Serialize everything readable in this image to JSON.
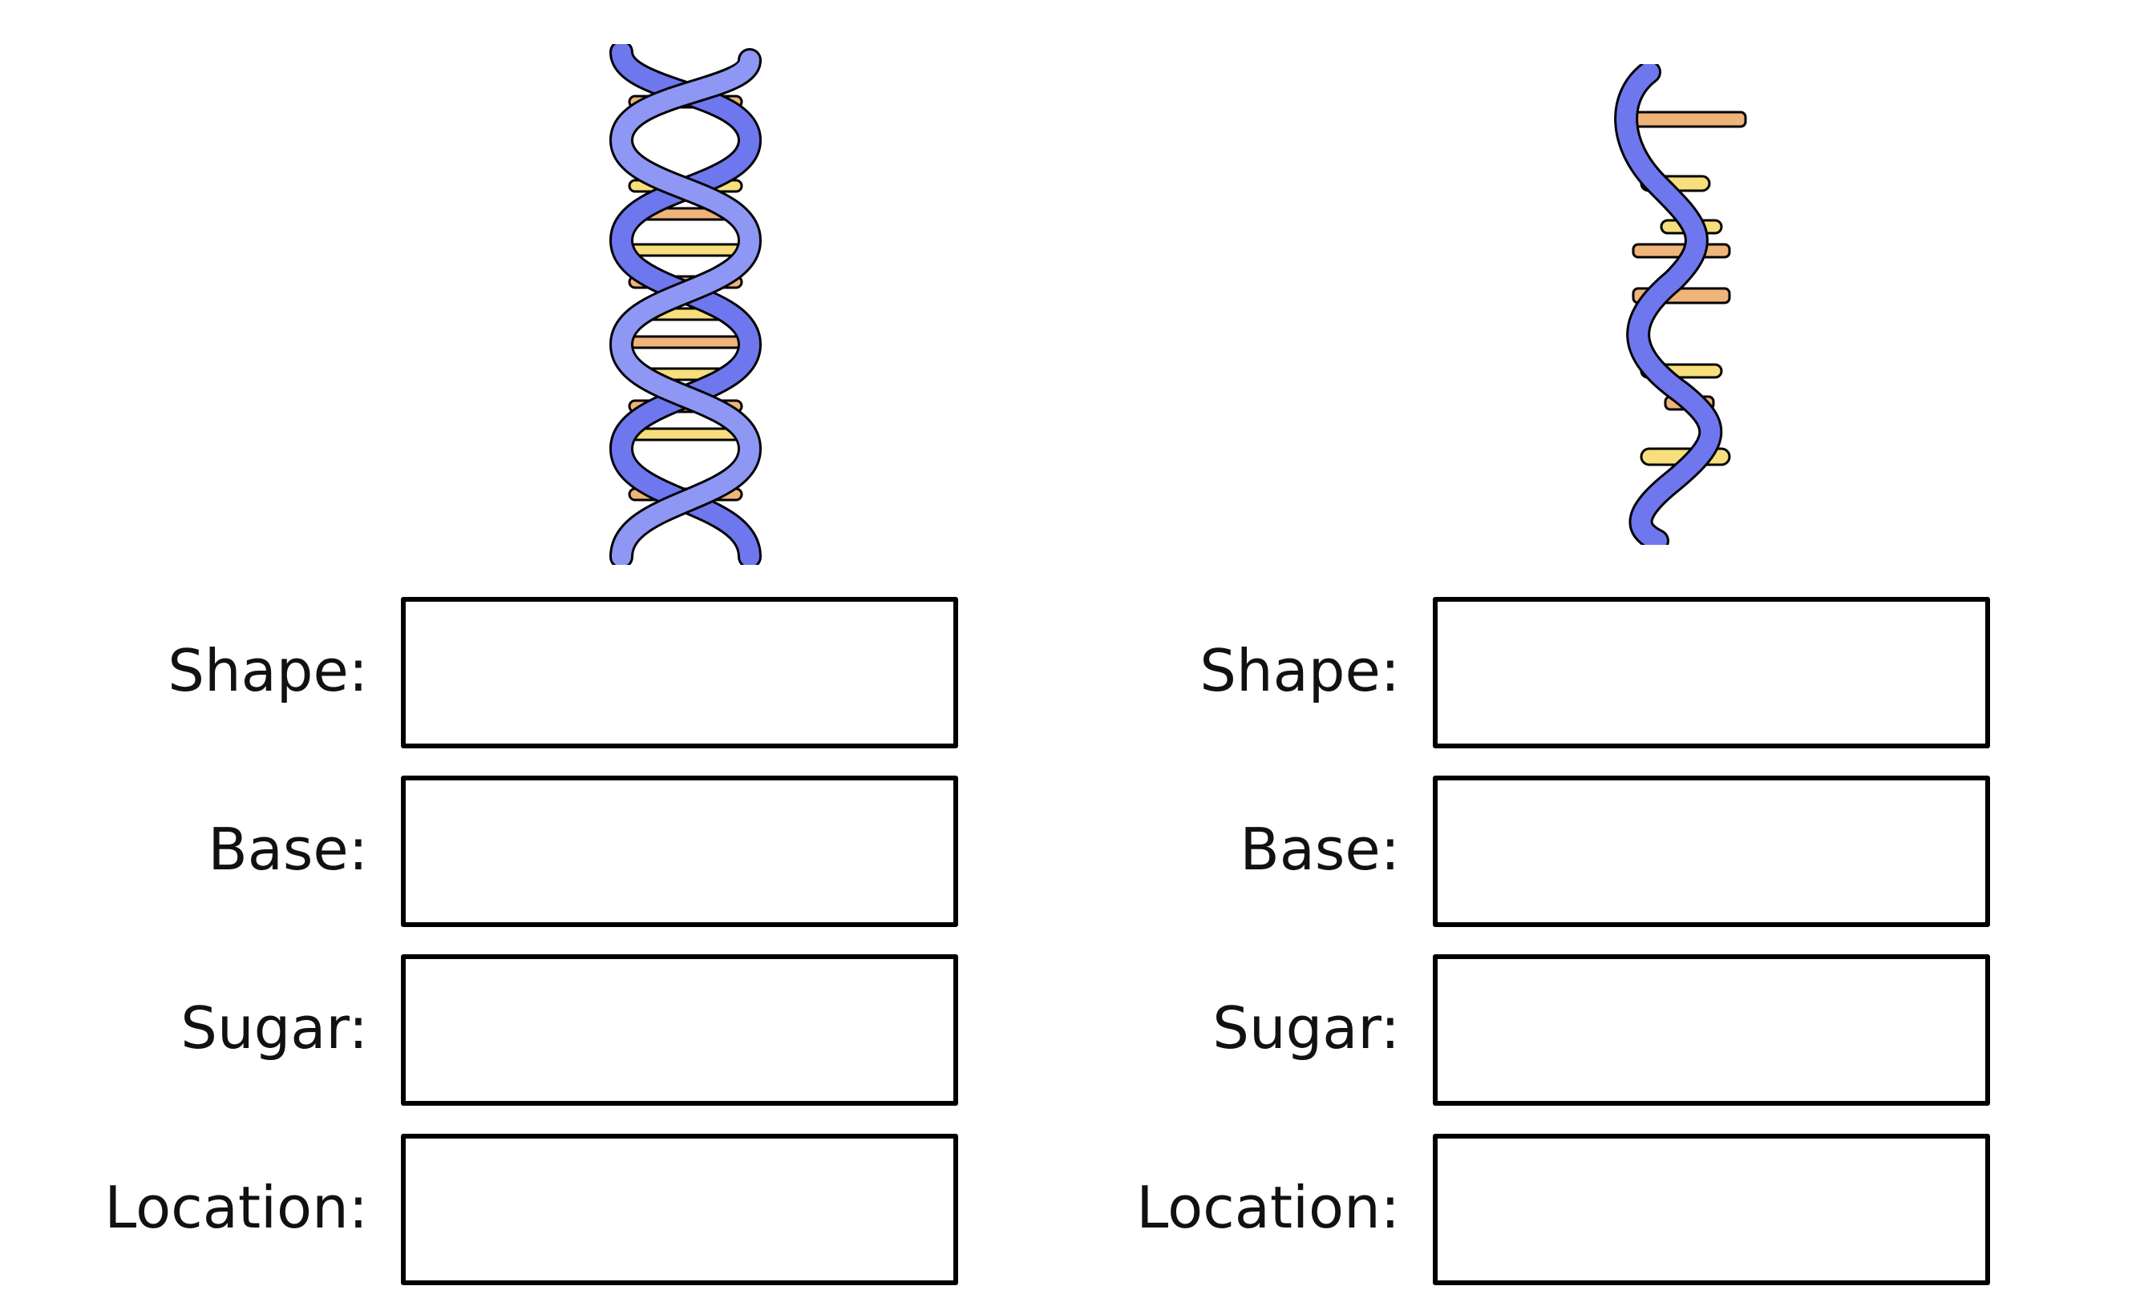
{
  "worksheet": {
    "panels": [
      {
        "id": "dna",
        "molecule_icon": "double-helix-icon",
        "fields": [
          {
            "label": "Shape:"
          },
          {
            "label": "Base:"
          },
          {
            "label": "Sugar:"
          },
          {
            "label": "Location:"
          }
        ]
      },
      {
        "id": "rna",
        "molecule_icon": "single-helix-icon",
        "fields": [
          {
            "label": "Shape:"
          },
          {
            "label": "Base:"
          },
          {
            "label": "Sugar:"
          },
          {
            "label": "Location:"
          }
        ]
      }
    ]
  },
  "colors": {
    "backbone": "#6f77ee",
    "backbone_light": "#8f97f4",
    "base_orange": "#efb47a",
    "base_yellow": "#f6df7c",
    "outline": "#000000"
  }
}
